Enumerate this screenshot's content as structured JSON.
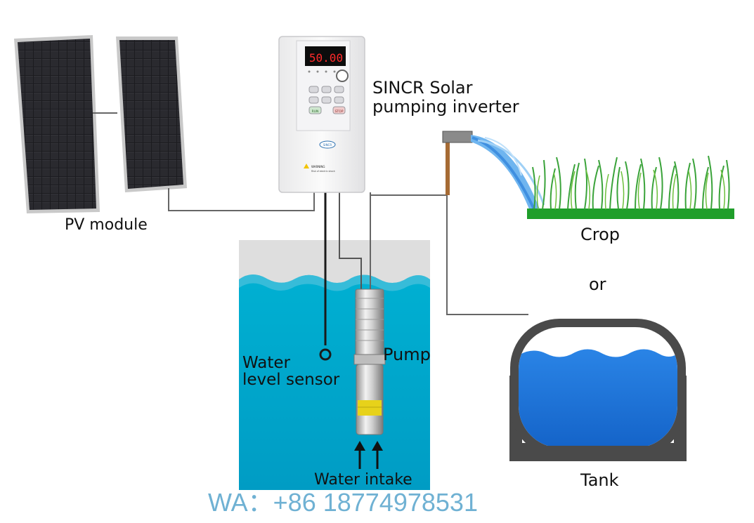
{
  "labels": {
    "inverter_line1": "SINCR Solar",
    "inverter_line2": "pumping inverter",
    "pv_module": "PV module",
    "crop": "Crop",
    "or": "or",
    "tank": "Tank",
    "sensor_line1": "Water",
    "sensor_line2": "level sensor",
    "pump": "Pump",
    "water_intake": "Water intake",
    "contact": "WA：+86 18774978531"
  },
  "inverter_panel": {
    "display": "50.00",
    "brand": "SINCR",
    "warning": "WARNING",
    "warning_sub": "Risk of electric shock",
    "run_key": "RUN",
    "stop_key": "STOP"
  },
  "colors": {
    "water": "#00a0c6",
    "water_top": "#3cb6d6",
    "well_sky": "#dedede",
    "tank_water": "#1e6fd6",
    "tank_frame": "#4a4a4a",
    "grass": "#1f9e2a",
    "panel_cell": "#1b1b1f",
    "display_red": "#ff2a2a",
    "contact_text": "#6fb1d3"
  }
}
